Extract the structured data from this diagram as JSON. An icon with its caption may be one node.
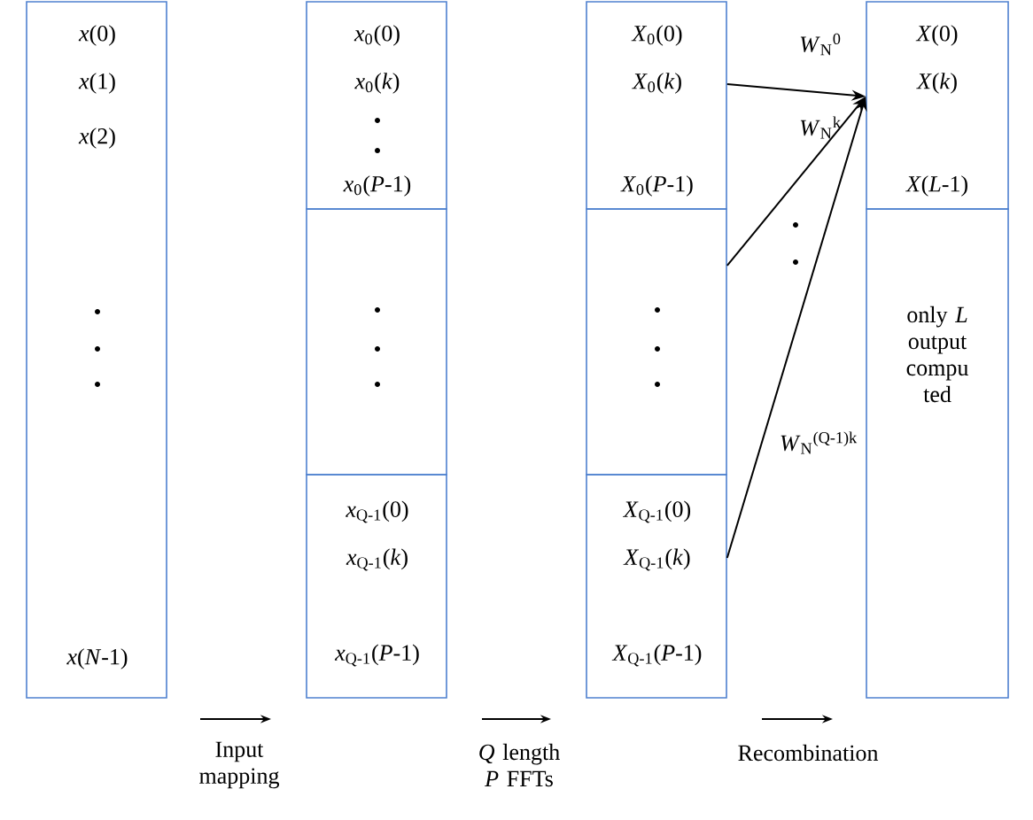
{
  "diagram": {
    "nodes": [
      {
        "text": [
          "*x*(0)",
          "*x*(1)",
          "*x*(2)",
          "*x*(*N*-1)"
        ]
      },
      {
        "text": [
          "*x*$_{0}$(0)",
          "*x*$_{0}$(*k*)",
          "*x*$_{0}$(*P*-1)"
        ]
      },
      {
        "text": [],
        "shape": "box"
      },
      {
        "text": [
          "*x*$_{Q-1}$(0)",
          "*x*$_{Q-1}$(*k*)",
          "*x*$_{Q-1}$(*P*-1)"
        ]
      },
      {
        "text": [
          "*X*$_{0}$(0)",
          "*X*$_{0}$(*k*)",
          "*X*$_{0}$(*P*-1)"
        ]
      },
      {
        "text": [],
        "shape": "box"
      },
      {
        "text": [
          "*X*$_{Q-1}$(0)",
          "*X*$_{Q-1}$(*k*)",
          "*X*$_{Q-1}$(*P*-1)"
        ]
      },
      {
        "text": [
          "*X*(0)",
          "*X*(*k*)",
          "*X*(*L*-1)"
        ]
      },
      {
        "text": [
          "only *L* output compu ted"
        ]
      }
    ],
    "edges": [
      {
        "from": 4,
        "to": 7,
        "arrow": "to",
        "label": "*W*$_{N}$$^{0}$"
      },
      {
        "from": 5,
        "to": 7,
        "arrow": "to",
        "label": "*W*$_{N}$$^{k}$"
      },
      {
        "from": 6,
        "to": 7,
        "arrow": "to",
        "label": "*W*$_{N}$$^{(Q-1)k}$"
      }
    ],
    "labels": [
      "Input mapping",
      "*Q* length *P* FFTs",
      "Recombination"
    ]
  }
}
